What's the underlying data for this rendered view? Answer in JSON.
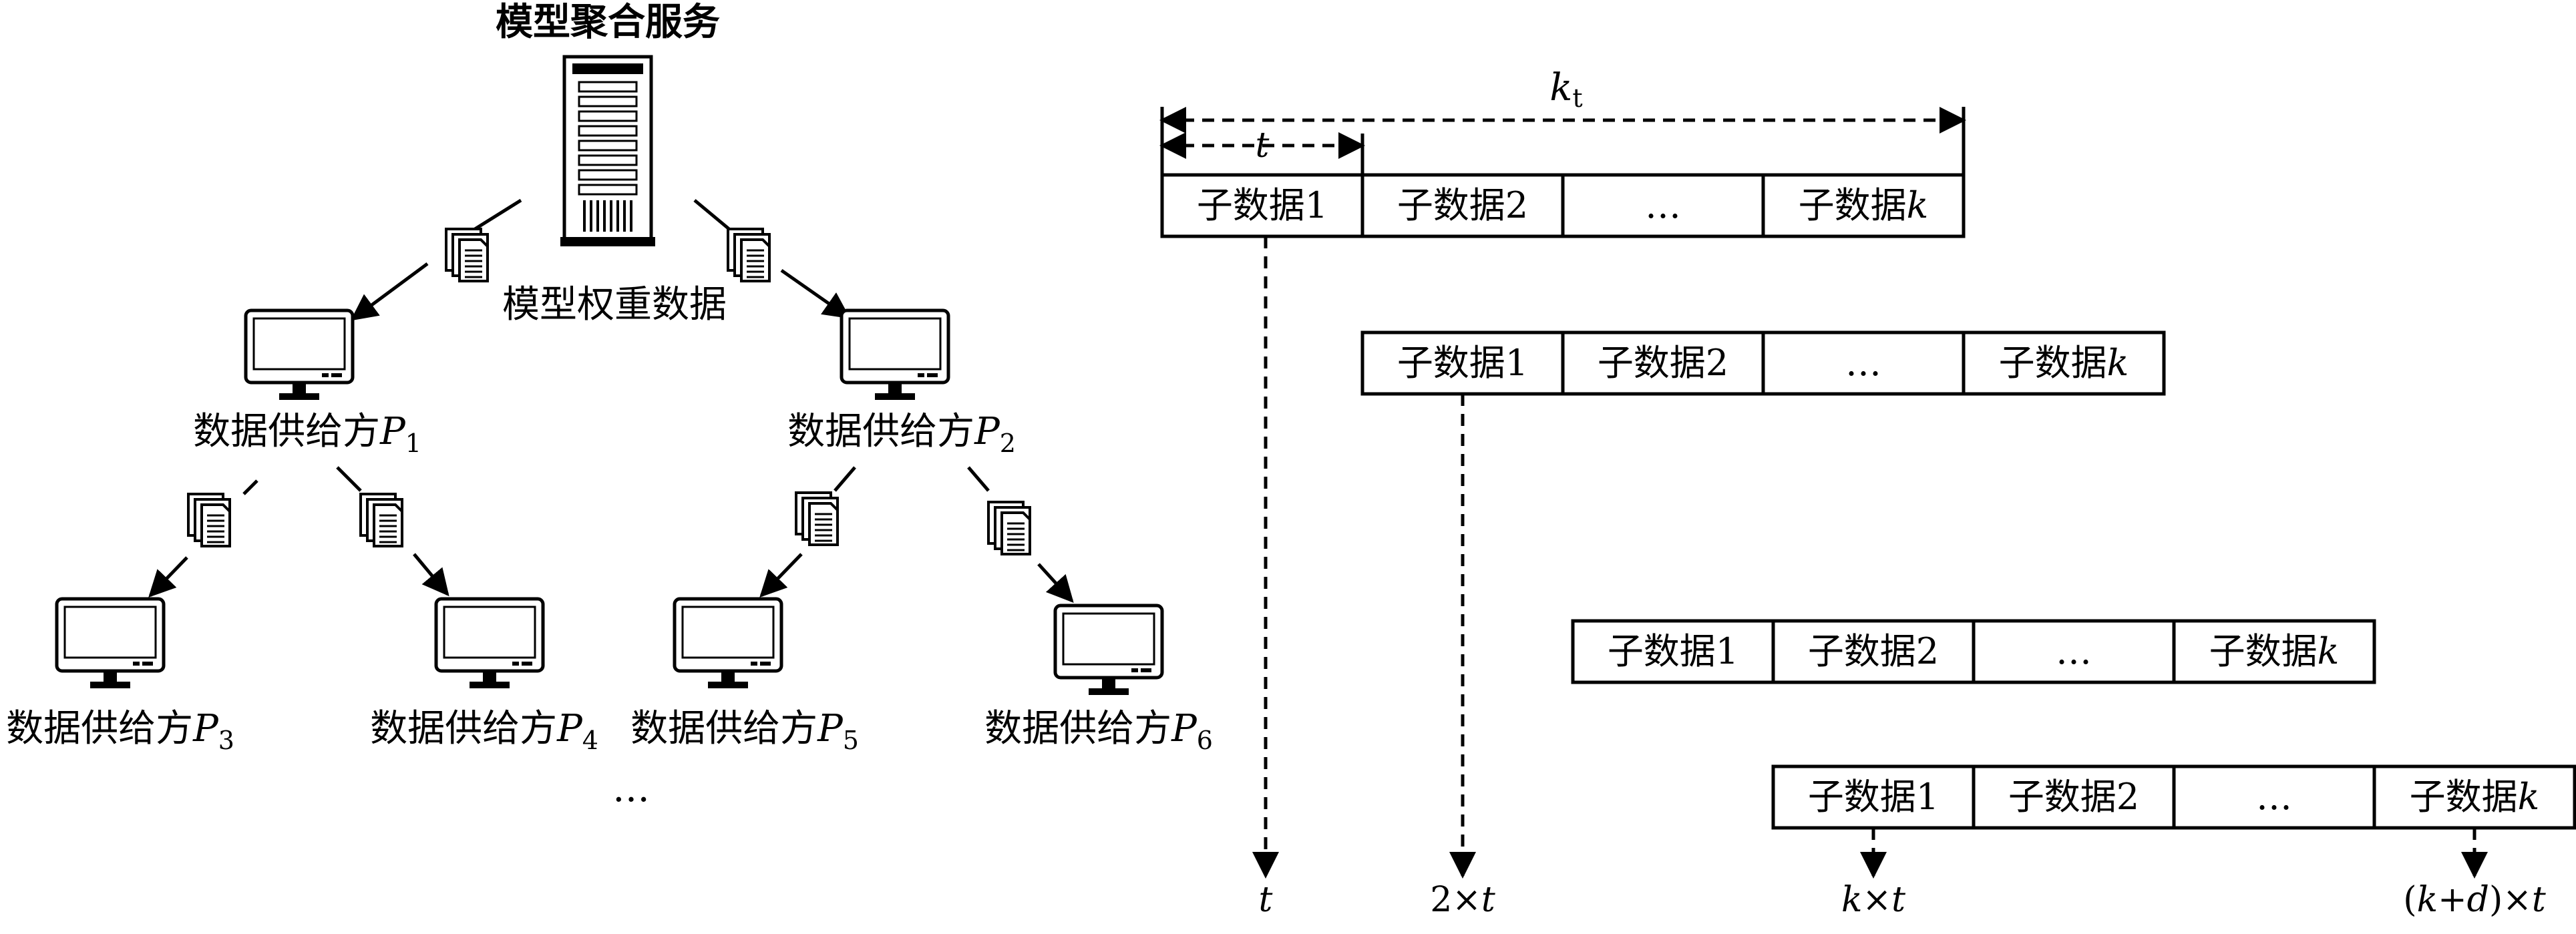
{
  "tree": {
    "server_label": "模型聚合服务",
    "weights_label": "模型权重数据",
    "provider_prefix": "数据供给方",
    "provider_symbol": "P",
    "providers": [
      {
        "id": "p1",
        "sub": "1"
      },
      {
        "id": "p2",
        "sub": "2"
      },
      {
        "id": "p3",
        "sub": "3"
      },
      {
        "id": "p4",
        "sub": "4"
      },
      {
        "id": "p5",
        "sub": "5"
      },
      {
        "id": "p6",
        "sub": "6"
      }
    ],
    "ellipsis": "…"
  },
  "timeline": {
    "kt_symbol": "k",
    "kt_sub": "t",
    "t_symbol": "t",
    "cells": [
      {
        "text": "子数据1"
      },
      {
        "text": "子数据2"
      },
      {
        "text": "…"
      },
      {
        "text": "子数据",
        "italic_suffix": "k"
      }
    ],
    "rows": [
      {
        "id": "row1"
      },
      {
        "id": "row2"
      },
      {
        "id": "row3"
      },
      {
        "id": "row4"
      }
    ],
    "ticks": [
      {
        "id": "tick-t",
        "parts": [
          {
            "t": "t",
            "i": true
          }
        ]
      },
      {
        "id": "tick-2t",
        "parts": [
          {
            "t": "2×",
            "i": false
          },
          {
            "t": "t",
            "i": true
          }
        ]
      },
      {
        "id": "tick-kt",
        "parts": [
          {
            "t": "k",
            "i": true
          },
          {
            "t": "×",
            "i": false
          },
          {
            "t": "t",
            "i": true
          }
        ]
      },
      {
        "id": "tick-kdt",
        "parts": [
          {
            "t": "(",
            "i": false
          },
          {
            "t": "k",
            "i": true
          },
          {
            "t": "+",
            "i": false
          },
          {
            "t": "d",
            "i": true
          },
          {
            "t": ")×",
            "i": false
          },
          {
            "t": "t",
            "i": true
          }
        ]
      }
    ]
  }
}
